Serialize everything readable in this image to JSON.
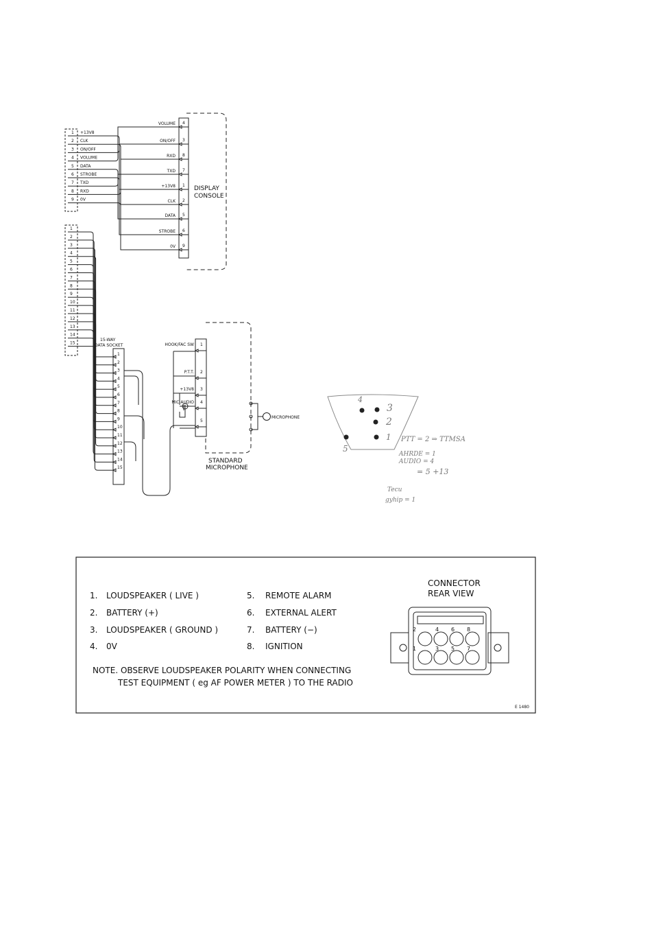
{
  "connector_9way": {
    "pins": [
      {
        "num": "1",
        "label": "+13V8"
      },
      {
        "num": "2",
        "label": "CLK"
      },
      {
        "num": "3",
        "label": "ON/OFF"
      },
      {
        "num": "4",
        "label": "VOLUME"
      },
      {
        "num": "5",
        "label": "DATA"
      },
      {
        "num": "6",
        "label": "STROBE"
      },
      {
        "num": "7",
        "label": "TXD"
      },
      {
        "num": "8",
        "label": "RXD"
      },
      {
        "num": "9",
        "label": "0V"
      }
    ]
  },
  "display_console": {
    "title_line1": "DISPLAY",
    "title_line2": "CONSOLE",
    "pins": [
      {
        "label": "VOLUME",
        "num": "4"
      },
      {
        "label": "ON/OFF",
        "num": "3"
      },
      {
        "label": "RXD",
        "num": "8"
      },
      {
        "label": "TXD",
        "num": "7"
      },
      {
        "label": "+13V8",
        "num": "1"
      },
      {
        "label": "CLK",
        "num": "2"
      },
      {
        "label": "DATA",
        "num": "5"
      },
      {
        "label": "STROBE",
        "num": "6"
      },
      {
        "label": "0V",
        "num": "9"
      }
    ]
  },
  "connector_15way": {
    "pins": [
      "1",
      "2",
      "3",
      "4",
      "5",
      "6",
      "7",
      "8",
      "9",
      "10",
      "11",
      "12",
      "13",
      "14",
      "15"
    ]
  },
  "data_socket": {
    "title_line1": "15-WAY",
    "title_line2": "DATA SOCKET",
    "pins": [
      "1",
      "2",
      "3",
      "4",
      "5",
      "6",
      "7",
      "8",
      "9",
      "10",
      "11",
      "12",
      "13",
      "14",
      "15"
    ]
  },
  "standard_microphone": {
    "title_line1": "STANDARD",
    "title_line2": "MICROPHONE",
    "microphone_label": "MICROPHONE",
    "pins": [
      {
        "label": "HOOK/FAC SW",
        "num": "1"
      },
      {
        "label": "P.T.T.",
        "num": "2"
      },
      {
        "label": "+13V8",
        "num": "3"
      },
      {
        "label": "MIC AUDIO",
        "num": "4"
      },
      {
        "label": "",
        "num": "5"
      }
    ]
  },
  "handwritten_sketch": {
    "pin_numbers": [
      "4",
      "3",
      "2",
      "1",
      "5"
    ],
    "note_lines": [
      "PTT = 2  ⇒ TTMSA",
      "AHRDE = 1",
      "AUDIO = 4",
      "= 5  +13",
      "Tecu",
      "gyhip  = 1"
    ]
  },
  "legend": {
    "items_left": [
      {
        "num": "1.",
        "label": "LOUDSPEAKER ( LIVE )"
      },
      {
        "num": "2.",
        "label": "BATTERY (+)"
      },
      {
        "num": "3.",
        "label": "LOUDSPEAKER ( GROUND )"
      },
      {
        "num": "4.",
        "label": "0V"
      }
    ],
    "items_right": [
      {
        "num": "5.",
        "label": "REMOTE ALARM"
      },
      {
        "num": "6.",
        "label": "EXTERNAL ALERT"
      },
      {
        "num": "7.",
        "label": "BATTERY (−)"
      },
      {
        "num": "8.",
        "label": "IGNITION"
      }
    ],
    "note_line1": "NOTE. OBSERVE LOUDSPEAKER POLARITY WHEN CONNECTING",
    "note_line2": "TEST EQUIPMENT ( eg AF POWER METER ) TO THE RADIO",
    "connector_title_line1": "CONNECTOR",
    "connector_title_line2": "REAR VIEW",
    "pin_labels_top": [
      "2",
      "4",
      "6",
      "8"
    ],
    "pin_labels_bottom": [
      "1",
      "3",
      "5",
      "7"
    ],
    "figure_code": "E 1480"
  }
}
